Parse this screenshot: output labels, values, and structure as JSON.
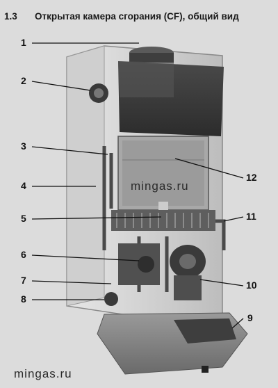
{
  "header": {
    "section_number": "1.3",
    "title": "Открытая камера сгорания (CF), общий вид"
  },
  "callouts": {
    "c1": "1",
    "c2": "2",
    "c3": "3",
    "c4": "4",
    "c5": "5",
    "c6": "6",
    "c7": "7",
    "c8": "8",
    "c9": "9",
    "c10": "10",
    "c11": "11",
    "c12": "12"
  },
  "watermarks": {
    "center": "mingas.ru",
    "bottom": "mingas.ru"
  }
}
